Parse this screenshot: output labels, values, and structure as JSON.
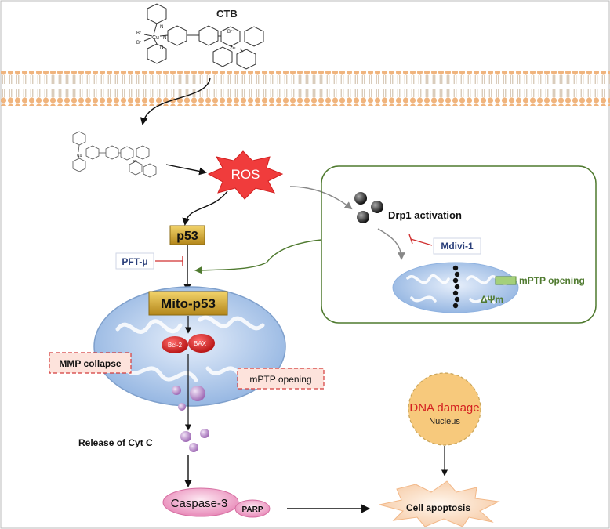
{
  "compound": {
    "label": "CTB",
    "atoms": {
      "br": "Br",
      "cu": "Cu",
      "n": "N",
      "br_minus": "Br⁻",
      "p_plus": "P⁺"
    }
  },
  "nodes": {
    "ros": "ROS",
    "p53": "p53",
    "pft": "PFT-μ",
    "mito_p53": "Mito-p53",
    "bcl2": "Bcl-2",
    "bax": "BAX",
    "mmp_collapse": "MMP collapse",
    "mptp_opening_main": "mPTP opening",
    "release_cytc": "Release of Cyt C",
    "caspase3": "Caspase-3",
    "parp": "PARP",
    "drp1": "Drp1 activation",
    "mdivi": "Mdivi-1",
    "mptp_opening_inset": "mPTP opening",
    "delta_psi": "ΔΨm",
    "dna_damage": "DNA damage",
    "nucleus": "Nucleus",
    "cell_apoptosis": "Cell apoptosis"
  },
  "colors": {
    "membrane": "#f0b47d",
    "ros_red": "#f03c3c",
    "p53_gold": "#c89b23",
    "mito_blue": "#8fb2e0",
    "green_frame": "#4f7a2f",
    "dna_red": "#d42020",
    "caspase_pink": "#e889b8",
    "inhibit_red": "#d03030"
  }
}
